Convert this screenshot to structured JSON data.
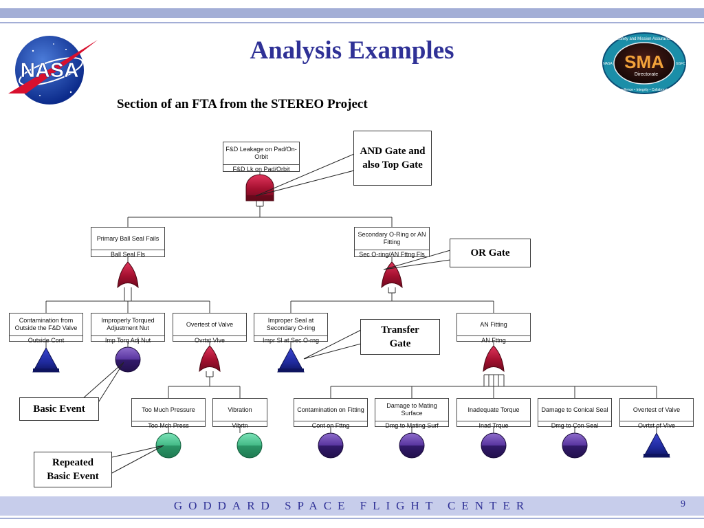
{
  "slide": {
    "title": "Analysis Examples",
    "subtitle": "Section of an FTA from the STEREO Project",
    "footer": "GODDARD SPACE FLIGHT CENTER",
    "page_number": "9"
  },
  "logos": {
    "left": {
      "icon": "nasa-logo",
      "text": "NASA"
    },
    "right": {
      "icon": "sma-directorate-logo",
      "main": "SMA",
      "sub": "Directorate",
      "ring_top": "Safety and Mission Assurance",
      "ring_bottom": "Excellence • Integrity • Collaboration",
      "left": "NASA",
      "right": "GSFC"
    }
  },
  "fta": {
    "top": {
      "name": "F&D Leakage on Pad/On-Orbit",
      "id": "F&D Lk on Pad/Orbit",
      "gate": "and"
    },
    "level1": [
      {
        "name": "Primary Ball Seal Fails",
        "id": "Ball Seal Fls",
        "gate": "or"
      },
      {
        "name": "Secondary O-Ring or AN Fitting",
        "id": "Sec O-ring/AN Fttng Fls",
        "gate": "or"
      }
    ],
    "level2": [
      {
        "name": "Contamination from Outside the F&D Valve",
        "id": "Outside Cont",
        "symbol": "transfer"
      },
      {
        "name": "Improperly Torqued Adjustment Nut",
        "id": "Imp Torq Adj Nut",
        "symbol": "basic"
      },
      {
        "name": "Overtest of Valve",
        "id": "Ovrtst Vlve",
        "symbol": "or"
      },
      {
        "name": "Improper Seal at Secondary O-ring",
        "id": "Impr Sl at Sec O-rng",
        "symbol": "transfer"
      },
      {
        "name": "AN Fitting",
        "id": "AN Fttng",
        "symbol": "or"
      }
    ],
    "level3": [
      {
        "name": "Too Much Pressure",
        "id": "Too Mch Press",
        "symbol": "repeated"
      },
      {
        "name": "Vibration",
        "id": "Vibrtn",
        "symbol": "repeated"
      },
      {
        "name": "Contamination on Fitting",
        "id": "Cont on Fttng",
        "symbol": "basic"
      },
      {
        "name": "Damage to Mating Surface",
        "id": "Dmg to Mating Surf",
        "symbol": "basic"
      },
      {
        "name": "Inadequate Torque",
        "id": "Inad Trque",
        "symbol": "basic"
      },
      {
        "name": "Damage to Conical Seal",
        "id": "Dmg to Con Seal",
        "symbol": "basic"
      },
      {
        "name": "Overtest of Valve",
        "id": "Ovrtst of Vlve",
        "symbol": "transfer"
      }
    ]
  },
  "callouts": {
    "and_gate": "AND Gate and also Top Gate",
    "or_gate": "OR Gate",
    "transfer_gate": "Transfer Gate",
    "basic_event": "Basic Event",
    "repeated_basic_event": "Repeated Basic Event"
  },
  "colors": {
    "accent_bar": "#a3aed6",
    "footer_bar": "#c7cdeb",
    "title": "#2f3196",
    "gate": "#b0163a",
    "transfer": "#1f2a9c",
    "basic": "#4b2a86",
    "repeated": "#3cb07f"
  }
}
